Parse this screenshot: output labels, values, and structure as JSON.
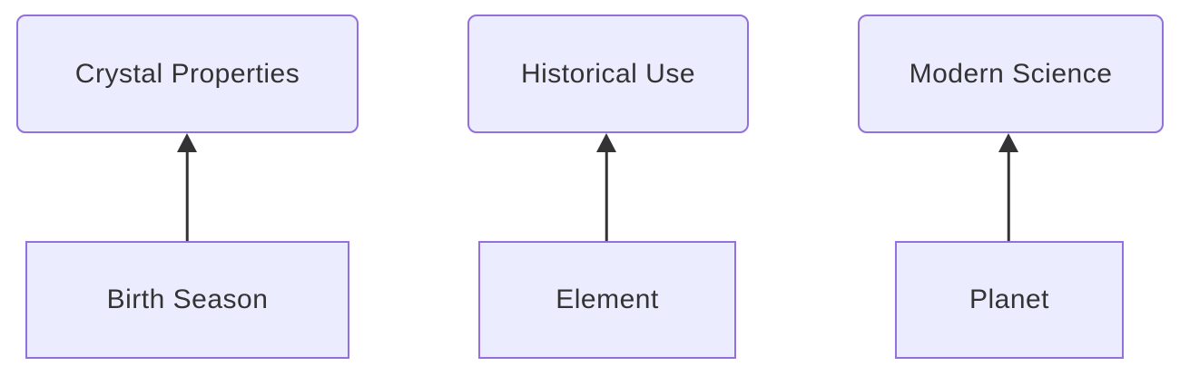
{
  "diagram": {
    "type": "flowchart",
    "direction": "bottom-to-top",
    "nodes": {
      "crystal_properties": {
        "label": "Crystal Properties",
        "shape": "rounded"
      },
      "historical_use": {
        "label": "Historical Use",
        "shape": "rounded"
      },
      "modern_science": {
        "label": "Modern Science",
        "shape": "rounded"
      },
      "birth_season": {
        "label": "Birth Season",
        "shape": "rect"
      },
      "element": {
        "label": "Element",
        "shape": "rect"
      },
      "planet": {
        "label": "Planet",
        "shape": "rect"
      }
    },
    "edges": [
      {
        "from": "Birth Season",
        "to": "Crystal Properties",
        "style": "arrow-up"
      },
      {
        "from": "Element",
        "to": "Historical Use",
        "style": "arrow-up"
      },
      {
        "from": "Planet",
        "to": "Modern Science",
        "style": "arrow-up"
      }
    ],
    "colors": {
      "node_fill": "#ECECFF",
      "node_border": "#9370DB",
      "label_text": "#333333",
      "arrow": "#333333",
      "background": "#FFFFFF"
    }
  }
}
